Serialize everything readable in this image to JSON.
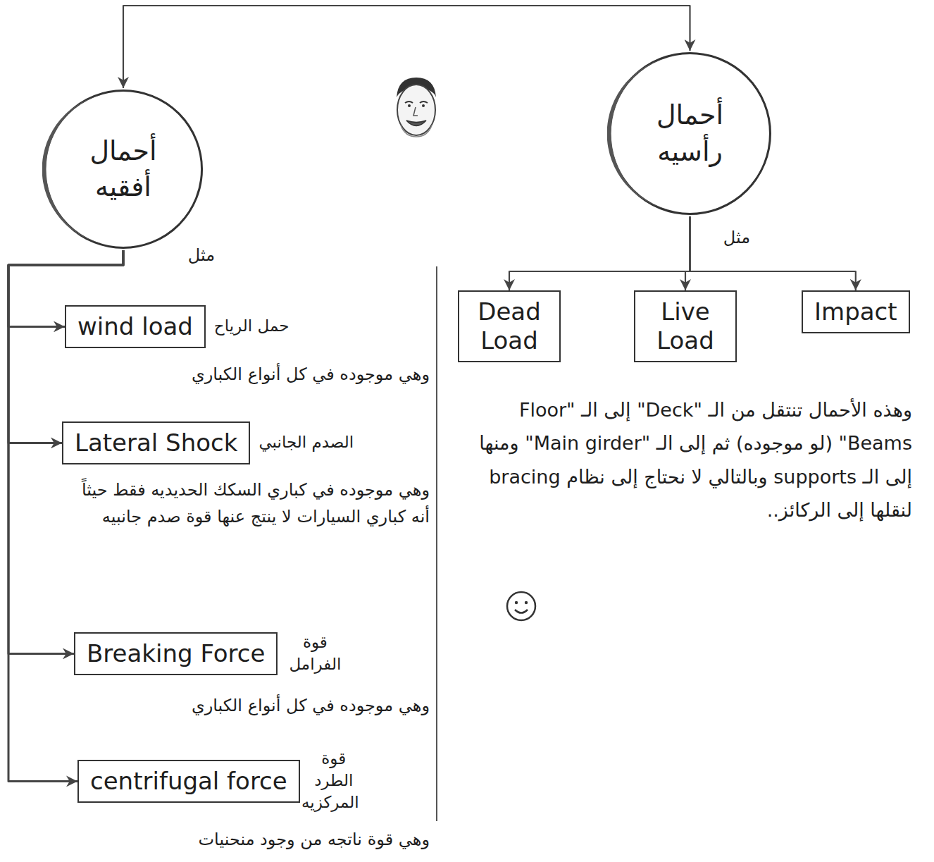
{
  "diagram": {
    "nodes": [
      {
        "text": [
          "أحمال أفقيه"
        ]
      },
      {
        "text": [
          "أحمال رأسيه"
        ]
      },
      {
        "text": [
          "wind load",
          "حمل الرياح"
        ]
      },
      {
        "text": [
          "Lateral Shock",
          "الصدم الجانبي"
        ]
      },
      {
        "text": [
          "Breaking Force",
          "قوة الفرامل"
        ]
      },
      {
        "text": [
          "centrifugal force",
          "قوة الطرد المركزيه"
        ]
      },
      {
        "text": [
          "Dead Load"
        ]
      },
      {
        "text": [
          "Live Load"
        ]
      },
      {
        "text": [
          "Impact"
        ]
      }
    ],
    "edges": [
      {
        "from": 0,
        "to": 1,
        "arrow": "both"
      },
      {
        "from": 0,
        "to": 2,
        "arrow": "to"
      },
      {
        "from": 0,
        "to": 3,
        "arrow": "to"
      },
      {
        "from": 0,
        "to": 4,
        "arrow": "to"
      },
      {
        "from": 0,
        "to": 5,
        "arrow": "to"
      },
      {
        "from": 1,
        "to": 6,
        "arrow": "to"
      },
      {
        "from": 1,
        "to": 7,
        "arrow": "to"
      },
      {
        "from": 1,
        "to": 8,
        "arrow": "to"
      }
    ],
    "labels": [
      "مثل",
      "مثل",
      "وهي موجوده في كل أنواع الكباري",
      "وهي موجوده في كباري السكك الحديديه فقط حيثاً أنه كباري السيارات لا ينتج عنها قوة صدم جانبيه",
      "وهي موجوده في كل أنواع الكباري",
      "وهي قوة ناتجه من وجود منحنيات",
      "وهذه الأحمال تنتقل من الـ \"Deck\" إلى الـ \"Floor Beams\" (لو موجوده) ثم إلى الـ \"Main girder\" ومنها إلى الـ supports وبالتالي لا نحتاج إلى نظام bracing لنقلها إلى الركائز.."
    ]
  }
}
